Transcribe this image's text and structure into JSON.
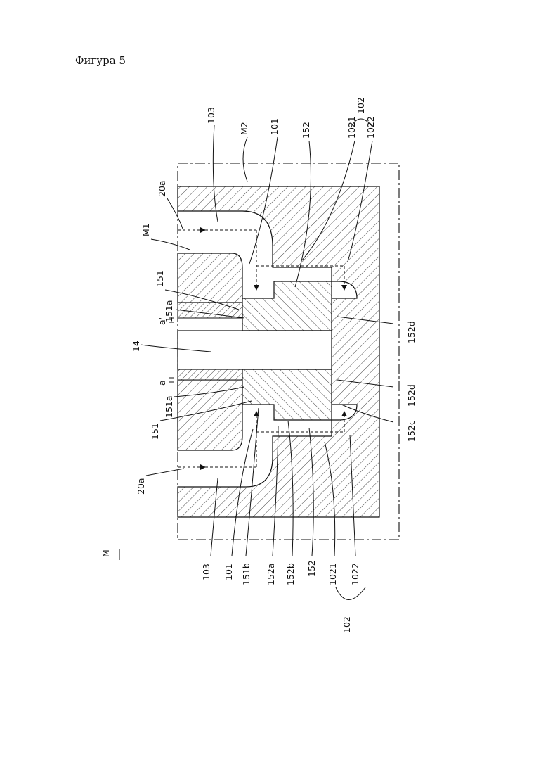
{
  "page": {
    "title": "Фигура 5"
  },
  "figure": {
    "label": "M",
    "labels": [
      {
        "key": "l103_top",
        "text": "103"
      },
      {
        "key": "lM2",
        "text": "M2"
      },
      {
        "key": "l101_top",
        "text": "101"
      },
      {
        "key": "l152_top",
        "text": "152"
      },
      {
        "key": "l1021_top",
        "text": "1021"
      },
      {
        "key": "l102_top",
        "text": "102"
      },
      {
        "key": "l1022_top",
        "text": "1022"
      },
      {
        "key": "l20a_top",
        "text": "20a"
      },
      {
        "key": "lM1",
        "text": "M1"
      },
      {
        "key": "l151_top",
        "text": "151"
      },
      {
        "key": "l151a_top",
        "text": "151a"
      },
      {
        "key": "la_prime",
        "text": "a'"
      },
      {
        "key": "l14",
        "text": "14"
      },
      {
        "key": "la",
        "text": "a"
      },
      {
        "key": "l151a_bot",
        "text": "151a"
      },
      {
        "key": "l151_bot",
        "text": "151"
      },
      {
        "key": "l20a_bot",
        "text": "20a"
      },
      {
        "key": "l103_bot",
        "text": "103"
      },
      {
        "key": "l101_bot",
        "text": "101"
      },
      {
        "key": "l151b",
        "text": "151b"
      },
      {
        "key": "l152a",
        "text": "152a"
      },
      {
        "key": "l152b",
        "text": "152b"
      },
      {
        "key": "l152_bot",
        "text": "152"
      },
      {
        "key": "l1021_bot",
        "text": "1021"
      },
      {
        "key": "l1022_bot",
        "text": "1022"
      },
      {
        "key": "l102_bot",
        "text": "102"
      },
      {
        "key": "l152d_top",
        "text": "152d"
      },
      {
        "key": "l152d_bot",
        "text": "152d"
      },
      {
        "key": "l152c",
        "text": "152c"
      }
    ]
  }
}
